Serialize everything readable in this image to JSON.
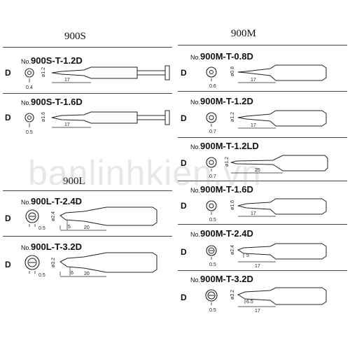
{
  "headers": {
    "left": "900S",
    "right": "900M",
    "left_mid": "900L"
  },
  "watermark": "banlinhkien.vn",
  "tips": [
    {
      "no": "No.",
      "model": "900S-T-1.2D",
      "type": "D",
      "dia": "ø1.2",
      "tip": "0.4",
      "len": "17"
    },
    {
      "no": "No.",
      "model": "900S-T-1.6D",
      "type": "D",
      "dia": "ø1.6",
      "tip": "0.5",
      "len": "17"
    },
    {
      "no": "No.",
      "model": "900L-T-2.4D",
      "type": "D",
      "dia": "ø2.4",
      "tip": "0.5",
      "len1": "5",
      "len2": "20"
    },
    {
      "no": "No.",
      "model": "900L-T-3.2D",
      "type": "D",
      "dia": "ø3.2",
      "tip": "0.5",
      "len1": "6",
      "len2": "20"
    },
    {
      "no": "No.",
      "model": "900M-T-0.8D",
      "type": "D",
      "dia": "ø0.8",
      "tip": "0.6",
      "len": "17"
    },
    {
      "no": "No.",
      "model": "900M-T-1.2D",
      "type": "D",
      "dia": "ø1.2",
      "tip": "0.7",
      "len": "17"
    },
    {
      "no": "No.",
      "model": "900M-T-1.2LD",
      "type": "D",
      "dia": "ø1.2",
      "tip": "0.7",
      "len": "25"
    },
    {
      "no": "No.",
      "model": "900M-T-1.6D",
      "type": "D",
      "dia": "ø1.6",
      "tip": "0.5",
      "len": "17"
    },
    {
      "no": "No.",
      "model": "900M-T-2.4D",
      "type": "D",
      "dia": "ø2.4",
      "tip": "0.5",
      "len1": "5",
      "len2": "17"
    },
    {
      "no": "No.",
      "model": "900M-T-3.2D",
      "type": "D",
      "dia": "ø3.2",
      "tip": "0.5",
      "len1": "6.5",
      "len2": "17"
    }
  ]
}
